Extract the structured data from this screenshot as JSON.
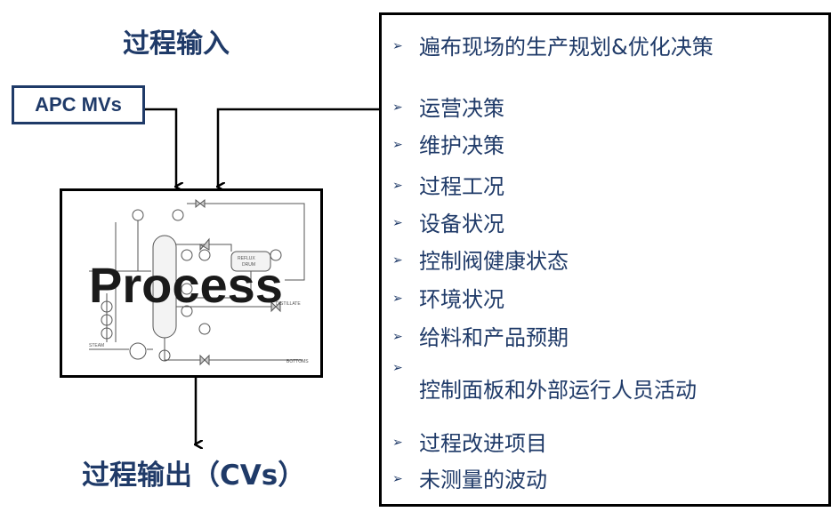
{
  "input_title": "过程输入",
  "output_title": "过程输出（CVs）",
  "apc_label": "APC MVs",
  "process_label": "Process",
  "bullet_glyph": "➢",
  "factors": [
    "遍布现场的生产规划&优化决策",
    "运营决策",
    "维护决策",
    "过程工况",
    "设备状况",
    "控制阀健康状态",
    "环境状况",
    "给料和产品预期",
    "控制面板和外部运行人员活动",
    "过程改进项目",
    "未测量的波动"
  ],
  "pfd_labels": {
    "reflux_drum": "REFLUX",
    "drum": "DRUM",
    "bottoms": "BOTTOMS",
    "steam": "STEAM",
    "distillate": "DISTILLATE"
  },
  "colors": {
    "title_blue": "#1f3a68"
  }
}
